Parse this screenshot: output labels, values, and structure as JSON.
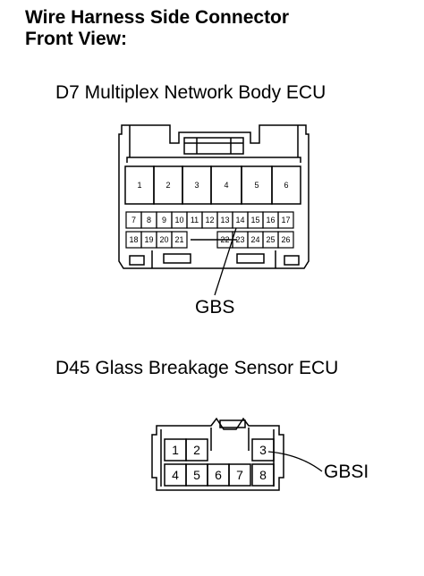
{
  "heading": {
    "line1": "Wire Harness Side Connector",
    "line2": "Front View:"
  },
  "connector_d7": {
    "title": "D7 Multiplex Network Body ECU",
    "row_top": [
      "1",
      "2",
      "3",
      "4",
      "5",
      "6"
    ],
    "row_mid": [
      "7",
      "8",
      "9",
      "10",
      "11",
      "12",
      "13",
      "14",
      "15",
      "16",
      "17"
    ],
    "row_low_left": [
      "18",
      "19",
      "20",
      "21"
    ],
    "row_low_right": [
      "22",
      "23",
      "24",
      "25",
      "26"
    ],
    "callout_label": "GBS",
    "callout_pin": "14"
  },
  "connector_d45": {
    "title": "D45 Glass Breakage Sensor ECU",
    "row_top": [
      "1",
      "2",
      "3"
    ],
    "row_bottom": [
      "4",
      "5",
      "6",
      "7",
      "8"
    ],
    "callout_label": "GBSI",
    "callout_pin": "3"
  }
}
